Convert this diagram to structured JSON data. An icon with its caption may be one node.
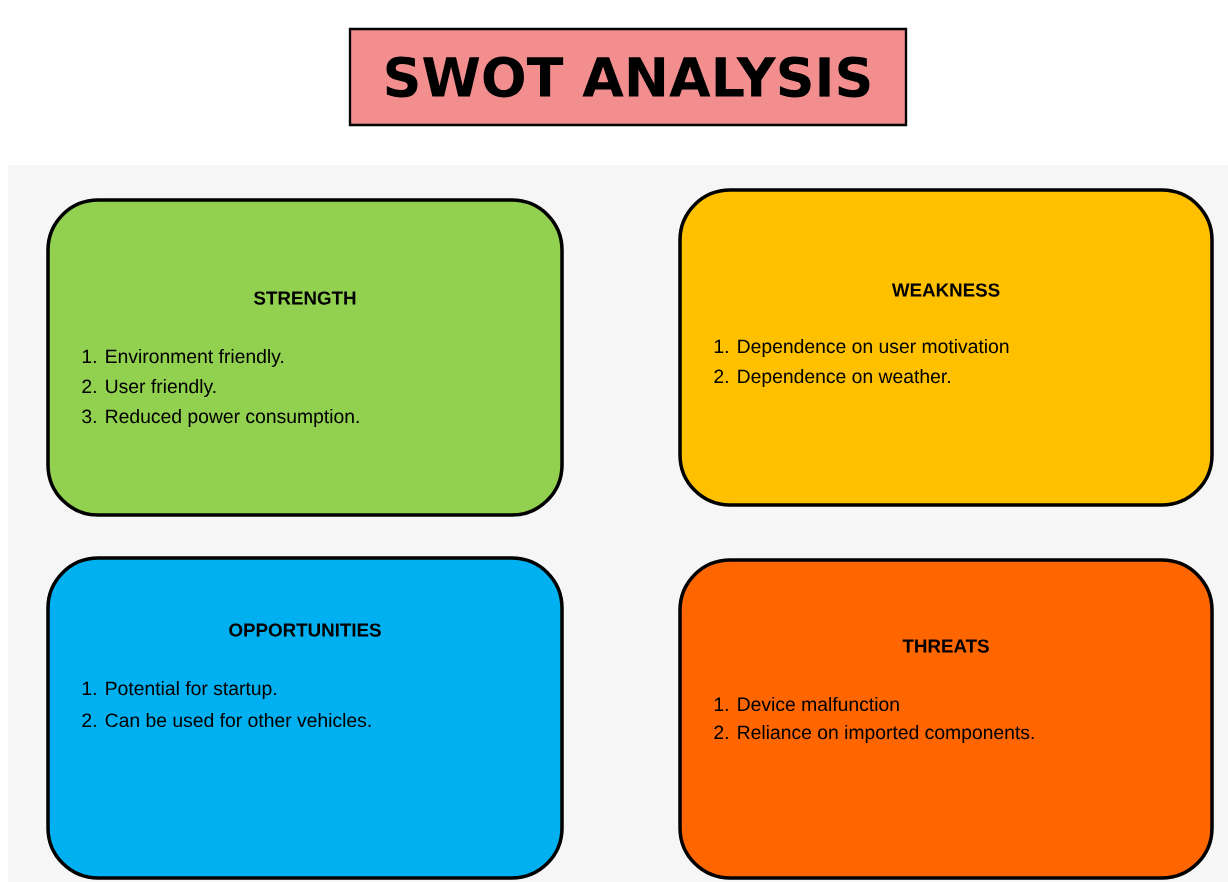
{
  "diagram": {
    "title": "SWOT ANALYSIS",
    "nodes": [
      {
        "text": [
          "STRENGTH",
          "1. Environment friendly.",
          "2. User friendly.",
          "3. Reduced power consumption."
        ]
      },
      {
        "text": [
          "WEAKNESS",
          "1. Dependence on user motivation",
          "2. Dependence on weather."
        ]
      },
      {
        "text": [
          "OPPORTUNITIES",
          "1. Potential for startup.",
          "2. Can be used for other vehicles."
        ]
      },
      {
        "text": [
          "THREATS",
          "1. Device malfunction",
          "2. Reliance on imported components."
        ]
      }
    ]
  }
}
